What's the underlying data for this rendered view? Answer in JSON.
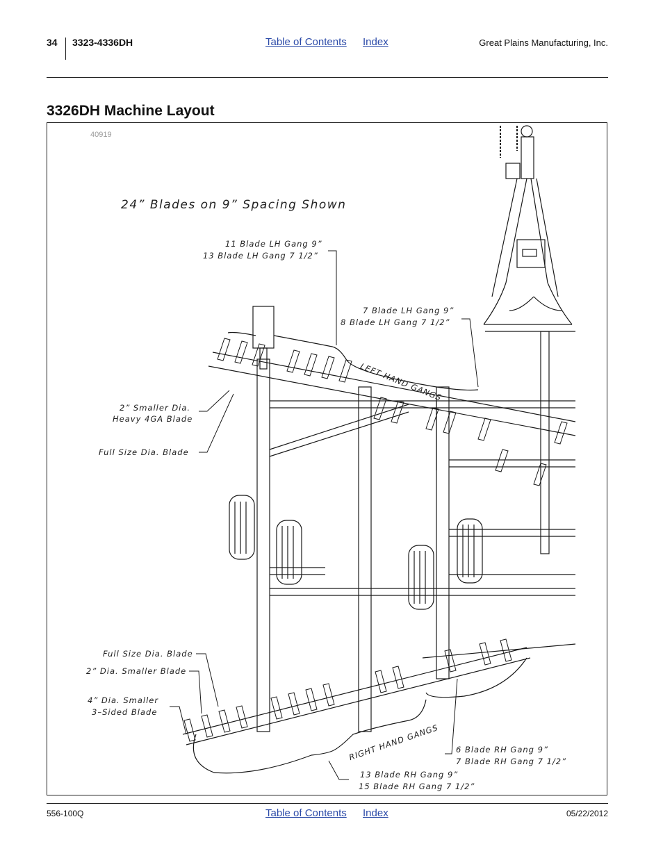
{
  "header": {
    "page_number": "34",
    "model": "3323-4336DH",
    "toc_link": "Table of Contents",
    "index_link": "Index",
    "company": "Great Plains Manufacturing, Inc."
  },
  "section_title": "3326DH Machine Layout",
  "figure": {
    "figure_number": "40919",
    "caption": "24” Blades on 9” Spacing Shown",
    "labels": {
      "lh_gang_11": "11 Blade LH Gang 9”",
      "lh_gang_13": "13 Blade LH Gang 7 1/2”",
      "lh_gang_7": "7 Blade LH Gang 9”",
      "lh_gang_8": "8 Blade LH Gang 7 1/2”",
      "left_hand_gangs": "LEFT HAND GANGS",
      "smaller_dia_2": "2” Smaller Dia.",
      "heavy_4ga": "Heavy 4GA Blade",
      "full_size_top": "Full Size Dia. Blade",
      "full_size_bottom": "Full Size Dia. Blade",
      "smaller_blade_2": "2” Dia. Smaller Blade",
      "smaller_4": "4” Dia. Smaller",
      "three_sided": "3–Sided Blade",
      "right_hand_gangs": "RIGHT HAND GANGS",
      "rh_gang_6": "6 Blade RH Gang 9”",
      "rh_gang_7": "7 Blade RH Gang 7 1/2”",
      "rh_gang_13": "13 Blade RH Gang 9”",
      "rh_gang_15": "15 Blade RH Gang 7 1/2”"
    }
  },
  "footer": {
    "doc_number": "556-100Q",
    "toc_link": "Table of Contents",
    "index_link": "Index",
    "date": "05/22/2012"
  }
}
